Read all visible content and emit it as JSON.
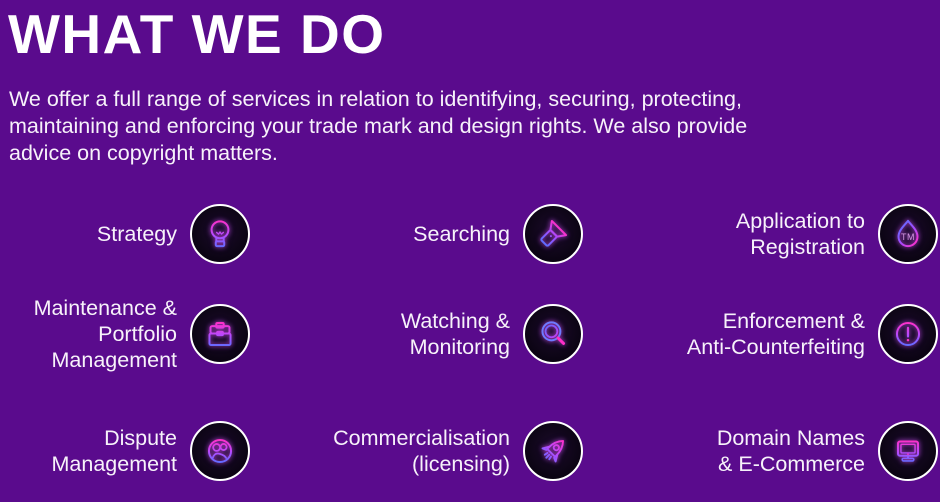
{
  "page": {
    "title": "WHAT WE DO",
    "intro": "We offer a full range of services in relation to identifying, securing, protecting,\nmaintaining and enforcing your trade mark and design rights. We also provide\nadvice on copyright matters."
  },
  "colors": {
    "background": "#5a0b8d",
    "text": "#f7f2fa",
    "neon_pink": "#ff2fc8",
    "neon_violet": "#8a5cff",
    "neon_blue": "#5f6dff",
    "icon_circle_fill": "#0b0413",
    "icon_circle_border": "#ffffff"
  },
  "services": [
    {
      "label": "Strategy",
      "icon": "lightbulb-icon"
    },
    {
      "label": "Searching",
      "icon": "flashlight-icon"
    },
    {
      "label": "Application to\nRegistration",
      "icon": "trademark-drop-icon",
      "icon_text": "TM"
    },
    {
      "label": "Maintenance &\nPortfolio\nManagement",
      "icon": "briefcase-icon"
    },
    {
      "label": "Watching &\nMonitoring",
      "icon": "magnifier-icon"
    },
    {
      "label": "Enforcement &\nAnti-Counterfeiting",
      "icon": "exclamation-circle-icon"
    },
    {
      "label": "Dispute\nManagement",
      "icon": "people-icon"
    },
    {
      "label": "Commercialisation\n(licensing)",
      "icon": "rocket-icon"
    },
    {
      "label": "Domain Names\n& E-Commerce",
      "icon": "monitor-icon"
    }
  ]
}
